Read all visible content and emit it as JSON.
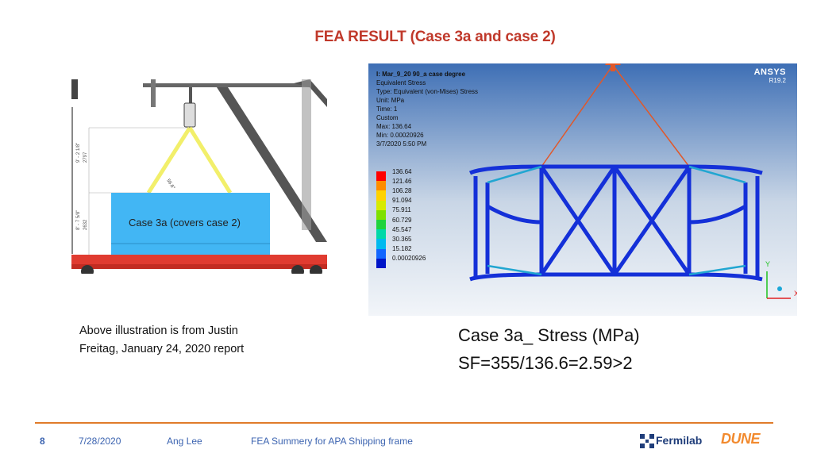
{
  "title": "FEA RESULT (Case 3a and case 2)",
  "left_figure": {
    "case_label": "Case 3a (covers case 2)",
    "dims": [
      "9' - 2 1/8\"",
      "2797",
      "8' - 7 5/8\"",
      "2632"
    ],
    "sling_angle": "56.6°"
  },
  "fea": {
    "info_lines": [
      "I: Mar_9_20 90_a case degree",
      "Equivalent Stress",
      "Type: Equivalent (von-Mises) Stress",
      "Unit: MPa",
      "Time: 1",
      "Custom",
      "Max: 136.64",
      "Min: 0.00020926",
      "3/7/2020 5:50 PM"
    ],
    "legend_values": [
      "136.64",
      "121.46",
      "106.28",
      "91.094",
      "75.911",
      "60.729",
      "45.547",
      "30.365",
      "15.182",
      "0.00020926"
    ],
    "legend_colors": [
      "#ff0000",
      "#ff8c00",
      "#ffd200",
      "#d7ea00",
      "#7ee000",
      "#1fd33c",
      "#00d8a8",
      "#00b9ef",
      "#1266ff",
      "#0015c8"
    ],
    "ansys_logo": "ANSYS",
    "ansys_version": "R19.2",
    "axis_y": "Y",
    "axis_x": "X"
  },
  "source_note": [
    "Above illustration is from Justin",
    "Freitag, January 24, 2020 report"
  ],
  "result": [
    "Case 3a_ Stress (MPa)",
    "SF=355/136.6=2.59>2"
  ],
  "footer": {
    "page": "8",
    "date": "7/28/2020",
    "author": "Ang Lee",
    "deck": "FEA Summery for APA Shipping frame",
    "logo_fermilab": "Fermilab",
    "logo_dune": "DUNE"
  },
  "colors": {
    "title": "#c0392b",
    "footer_line": "#e07b2a",
    "footer_text": "#3b63b0",
    "box": "#42b6f4",
    "sling": "#f2ef6a",
    "trailer": "#e03b30",
    "frame": "#1430d8",
    "lift": "#e0582a"
  }
}
